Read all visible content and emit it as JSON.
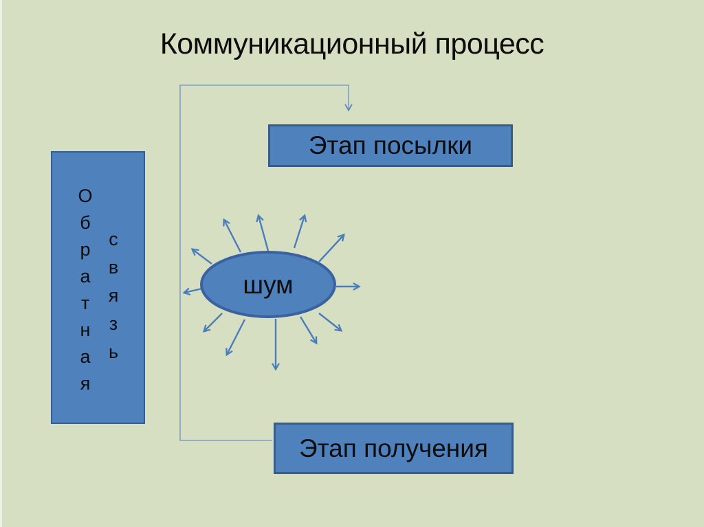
{
  "slide": {
    "title": "Коммуникационный процесс"
  },
  "palette": {
    "background": "#d7dfc2",
    "shape_fill": "#4f81bd",
    "shape_border": "#385d8a",
    "ellipse_border": "#3a62a0",
    "noise_arrow_color": "#4b7cbb",
    "connector_color": "#7da0c8",
    "text_color": "#111111"
  },
  "boxes": {
    "send_stage": "Этап посылки",
    "receive_stage": "Этап получения"
  },
  "feedback": {
    "label": "Обратная связь",
    "column1": "О\nб\nр\nа\nт\nн\nа\nя",
    "column2": "с\nв\nя\nз\nь"
  },
  "noise": {
    "label": "шум"
  }
}
